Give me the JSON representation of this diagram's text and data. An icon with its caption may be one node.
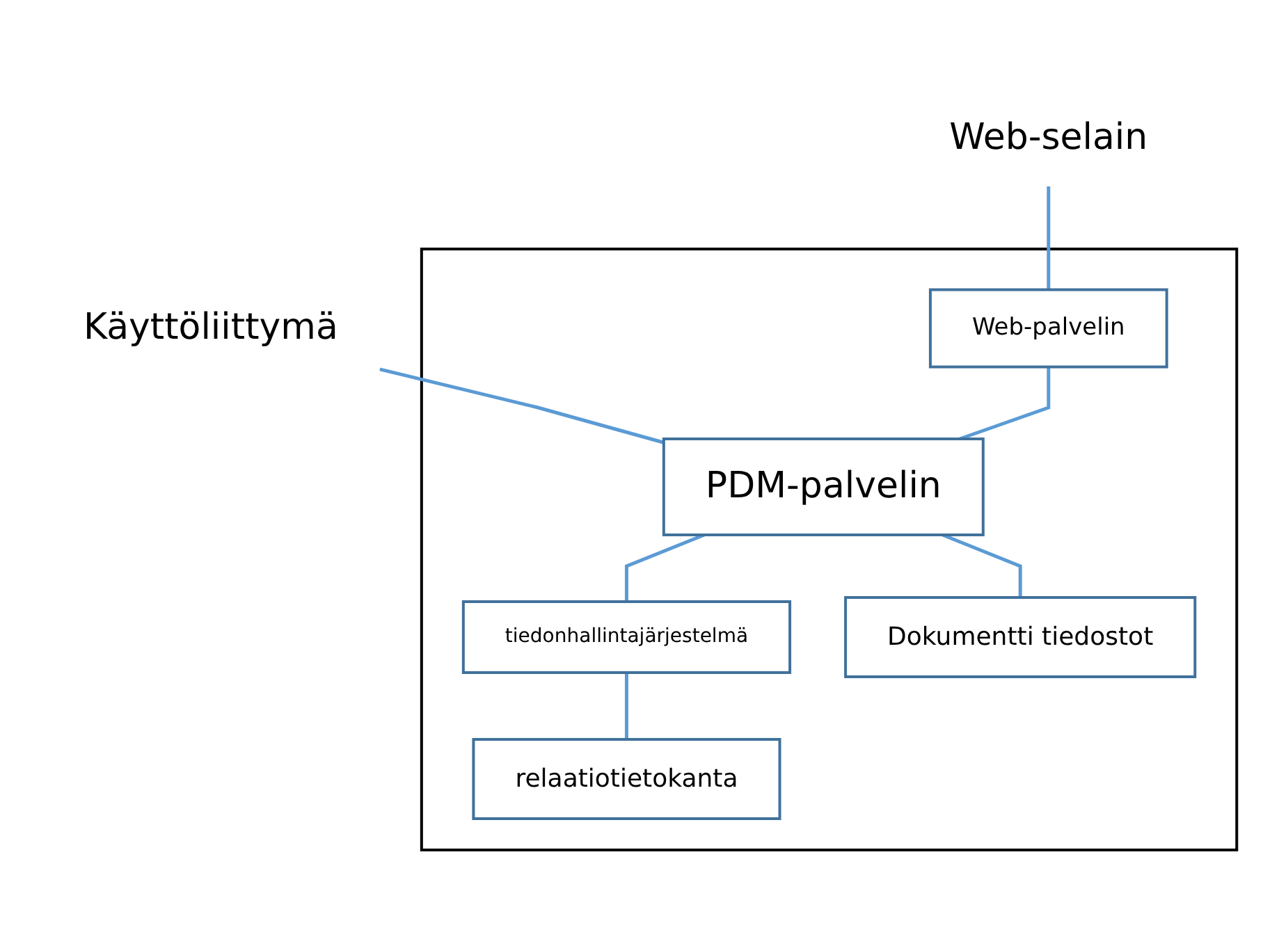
{
  "diagram": {
    "nodes": [
      {
        "text": [
          "Käyttöliittymä"
        ]
      },
      {
        "text": [
          "Web-selain"
        ]
      },
      {
        "text": [],
        "shape": "box"
      },
      {
        "text": [
          "Web-palvelin"
        ],
        "in": 2
      },
      {
        "text": [
          "PDM-palvelin"
        ],
        "in": 2
      },
      {
        "text": [
          "tiedonhallintajärjestelmä"
        ],
        "in": 2
      },
      {
        "text": [
          "relaatiotietokanta"
        ],
        "in": 2
      },
      {
        "text": [
          "Dokumentti tiedostot"
        ],
        "in": 2
      }
    ],
    "edges": [
      {
        "from": 0,
        "to": 4,
        "arrow": "none"
      },
      {
        "from": 1,
        "to": 3,
        "arrow": "none"
      },
      {
        "from": 3,
        "to": 4,
        "arrow": "none"
      },
      {
        "from": 4,
        "to": 5,
        "arrow": "none"
      },
      {
        "from": 5,
        "to": 6,
        "arrow": "none"
      },
      {
        "from": 4,
        "to": 7,
        "arrow": "none"
      }
    ]
  }
}
